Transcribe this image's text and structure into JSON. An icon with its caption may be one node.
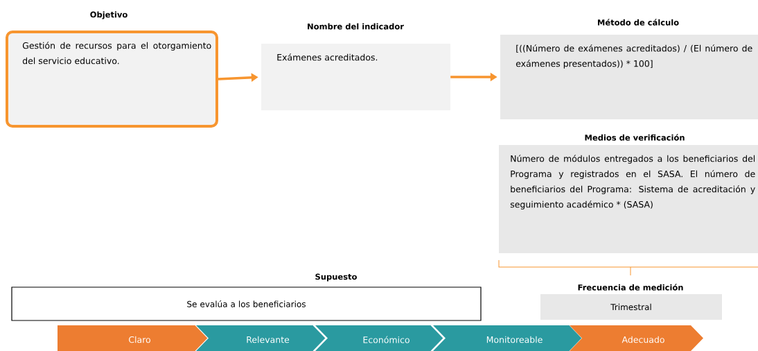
{
  "diagram": {
    "nodes": [
      {
        "text": [
          "Objetivo",
          "Gestión de recursos para el otorgamiento del servicio educativo."
        ]
      },
      {
        "text": [
          "Nombre del indicador",
          "Exámenes acreditados."
        ]
      },
      {
        "text": [
          "Método de cálculo",
          "[((Número de exámenes acreditados) / (El número de exámenes presentados)) * 100]"
        ]
      },
      {
        "text": [
          "Medios de verificación",
          "Número de módulos entregados a los beneficiarios del Programa y registrados en el SASA. El número de beneficiarios del Programa: Sistema de acreditación y seguimiento académico * (SASA)"
        ]
      },
      {
        "text": [
          "Supuesto",
          "Se evalúa a los beneficiarios"
        ]
      },
      {
        "text": [
          "Frecuencia de medición",
          "Trimestral"
        ]
      },
      {
        "text": [
          "Claro"
        ]
      },
      {
        "text": [
          "Relevante"
        ]
      },
      {
        "text": [
          "Económico"
        ]
      },
      {
        "text": [
          "Monitoreable"
        ]
      },
      {
        "text": [
          "Adecuado"
        ]
      }
    ],
    "edges": [
      {
        "from": 0,
        "to": 1,
        "arrow": "to"
      },
      {
        "from": 1,
        "to": 2,
        "arrow": "to"
      }
    ]
  }
}
